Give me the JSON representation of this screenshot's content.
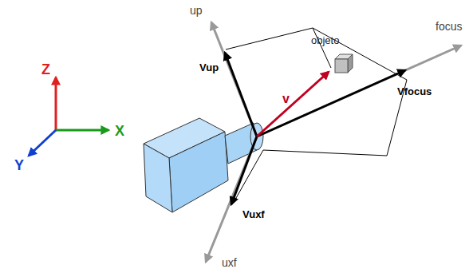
{
  "diagram": {
    "labels": [
      "Z",
      "X",
      "Y",
      "up",
      "Vup",
      "objeto",
      "v",
      "focus",
      "Vfocus",
      "Vuxf",
      "uxf"
    ]
  }
}
